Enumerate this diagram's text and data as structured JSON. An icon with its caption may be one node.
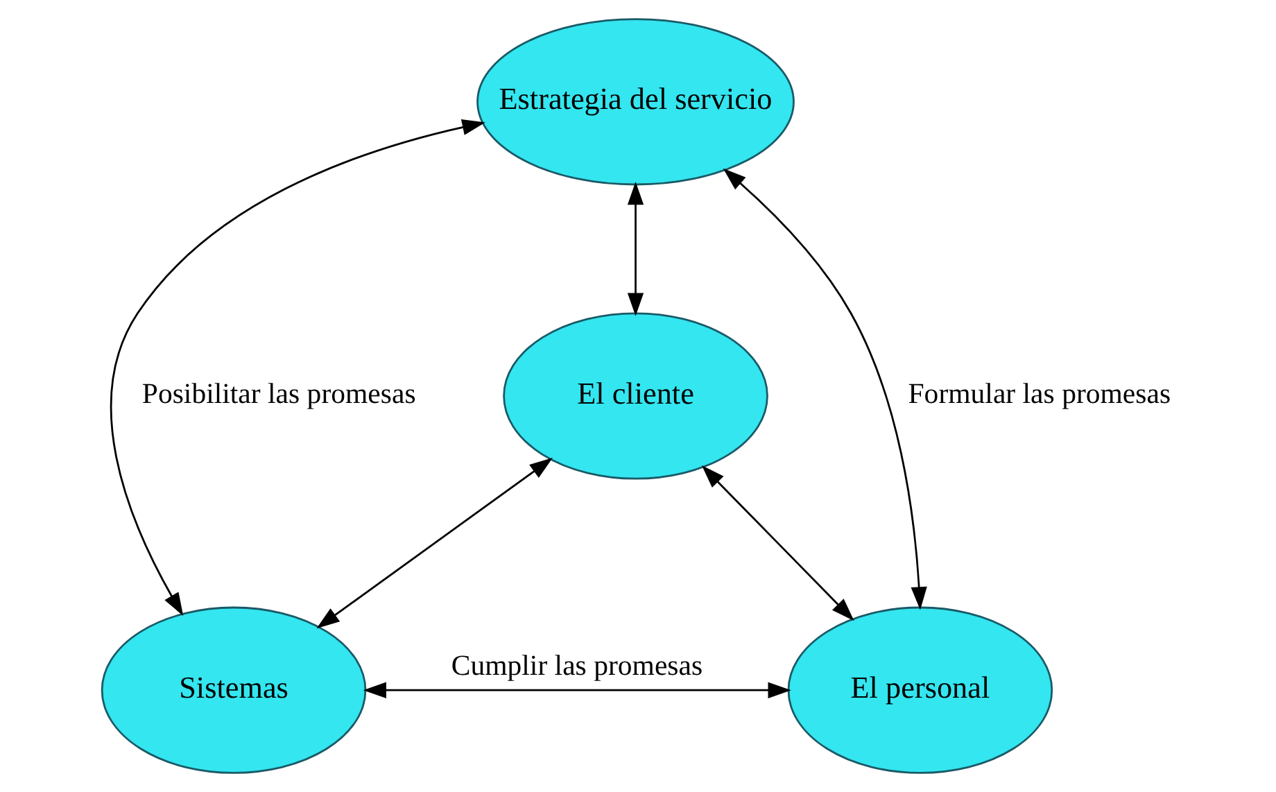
{
  "diagram": {
    "nodes": [
      {
        "text": [
          "Estrategia del servicio"
        ]
      },
      {
        "text": [
          "El cliente"
        ]
      },
      {
        "text": [
          "Sistemas"
        ]
      },
      {
        "text": [
          "El personal"
        ]
      }
    ],
    "edges": [
      {
        "from": 0,
        "to": 1,
        "arrow": "both"
      },
      {
        "from": 0,
        "to": 2,
        "arrow": "both",
        "label": "Posibilitar las promesas"
      },
      {
        "from": 0,
        "to": 3,
        "arrow": "both",
        "label": "Formular las promesas"
      },
      {
        "from": 1,
        "to": 2,
        "arrow": "both"
      },
      {
        "from": 1,
        "to": 3,
        "arrow": "both"
      },
      {
        "from": 2,
        "to": 3,
        "arrow": "both",
        "label": "Cumplir las promesas"
      }
    ]
  }
}
